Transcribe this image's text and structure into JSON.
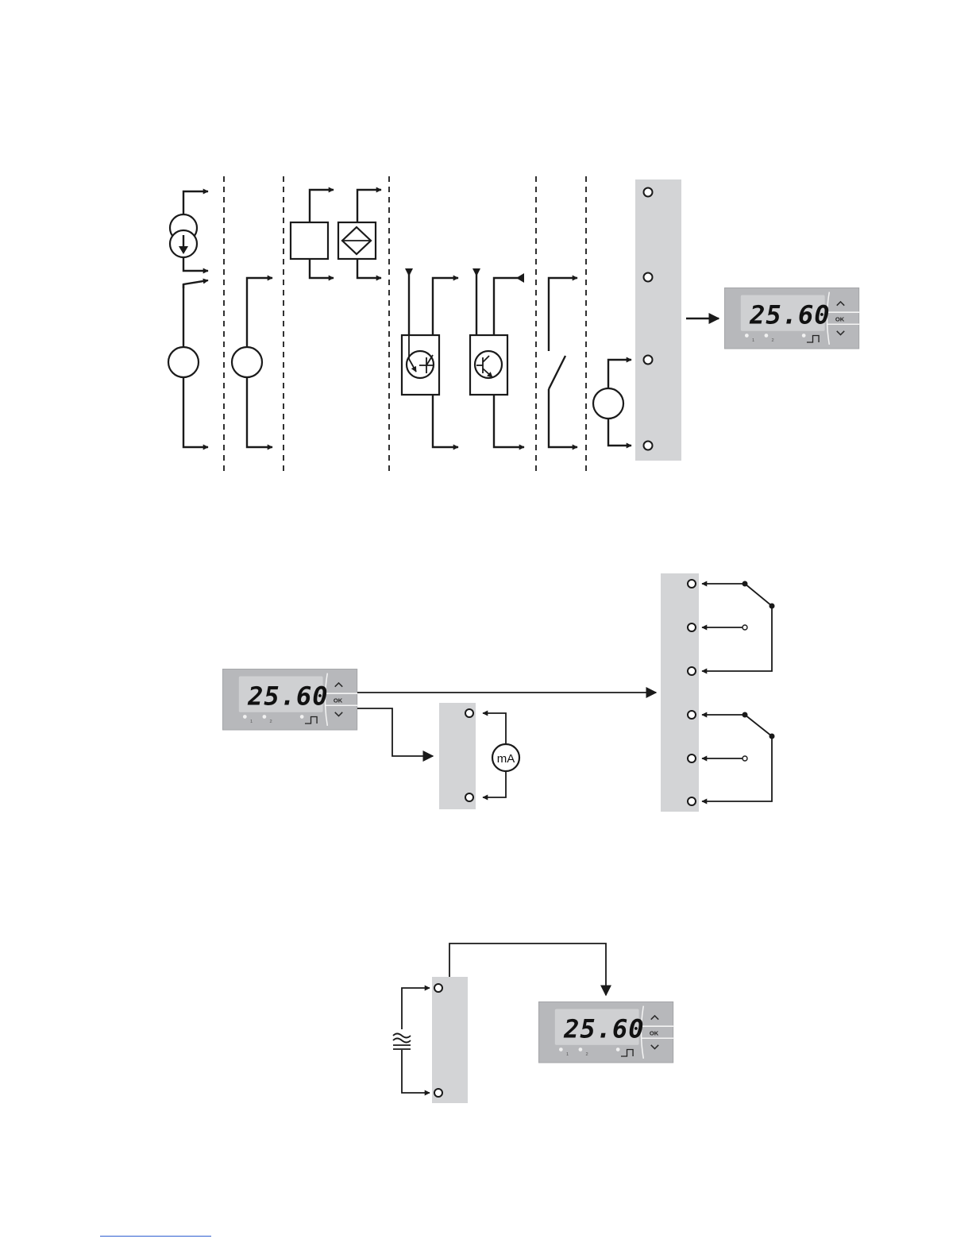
{
  "display": {
    "reading": "25.60",
    "ok_label": "OK",
    "led_1": "1",
    "led_2": "2"
  },
  "milliamp_meter": {
    "label": "mA"
  },
  "footer": {
    "link_text": ""
  },
  "colors": {
    "panel_gray": "#d3d4d6",
    "display_bezel": "#b7b8bb",
    "line": "#1a1a1a",
    "link_blue": "#2f5fd0"
  }
}
